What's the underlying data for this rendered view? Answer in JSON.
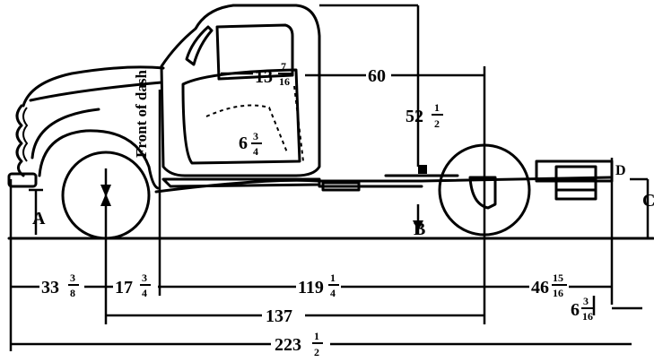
{
  "labels": {
    "front_of_dash": "Front of dash",
    "point_a": "A",
    "point_b": "B",
    "point_c": "C",
    "point_d": "D"
  },
  "dimensions": {
    "cab_roof_to_rear": {
      "whole": "60"
    },
    "door_opening": {
      "whole": "13",
      "num": "7",
      "den": "16"
    },
    "cab_height": {
      "whole": "52",
      "num": "1",
      "den": "2"
    },
    "seat_to_floor": {
      "whole": "6",
      "num": "3",
      "den": "4"
    },
    "front_overhang": {
      "whole": "33",
      "num": "3",
      "den": "8"
    },
    "axle_to_dash": {
      "whole": "17",
      "num": "3",
      "den": "4"
    },
    "dash_to_rear_axle": {
      "whole": "119",
      "num": "1",
      "den": "4"
    },
    "rear_overhang": {
      "whole": "46",
      "num": "15",
      "den": "16"
    },
    "wheelbase": {
      "whole": "137"
    },
    "frame_extension": {
      "whole": "6",
      "num": "3",
      "den": "16"
    },
    "overall_length": {
      "whole": "223",
      "num": "1",
      "den": "2"
    }
  }
}
